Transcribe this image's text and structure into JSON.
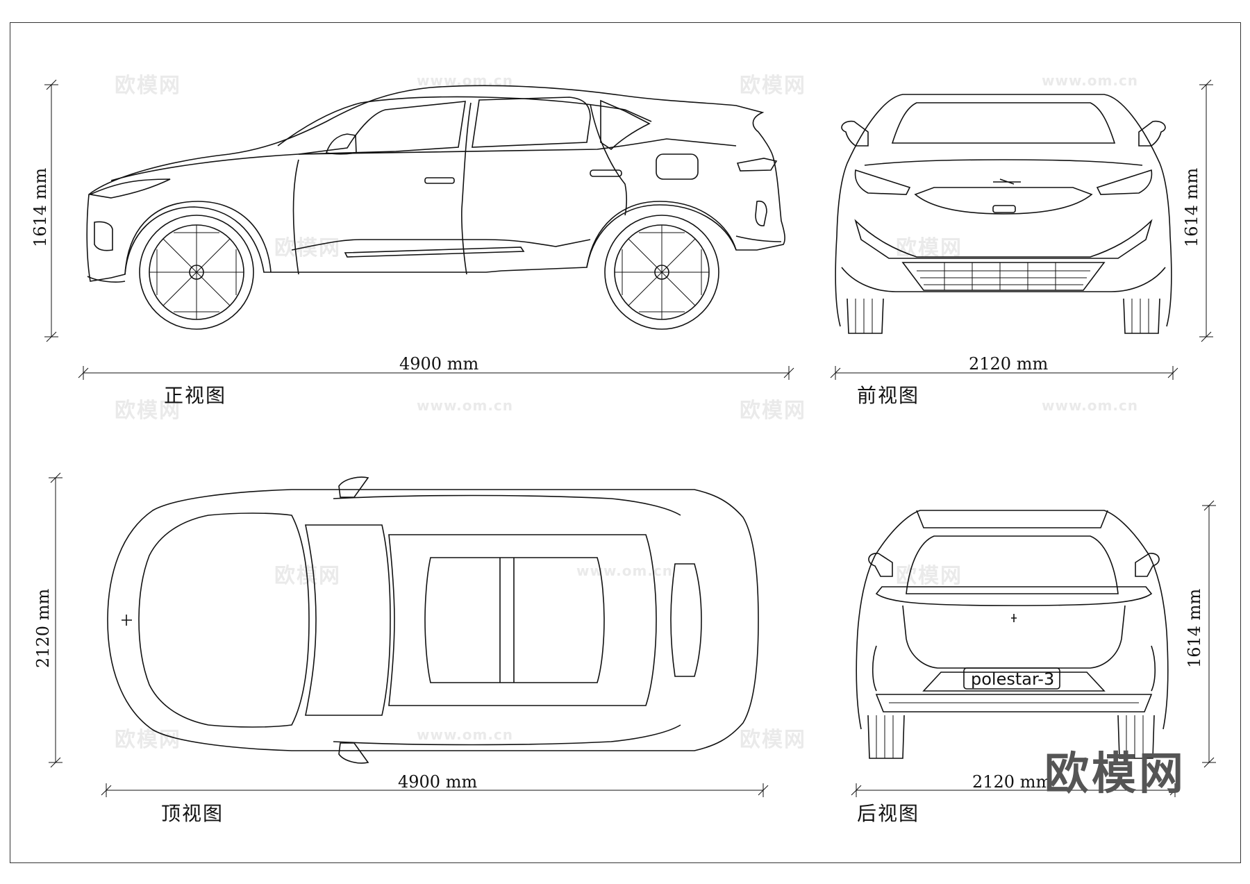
{
  "views": {
    "side": {
      "label": "正视图",
      "length_dim": "4900 mm",
      "height_dim": "1614 mm"
    },
    "front": {
      "label": "前视图",
      "width_dim": "2120 mm",
      "height_dim": "1614 mm"
    },
    "top": {
      "label": "顶视图",
      "length_dim": "4900 mm",
      "width_dim": "2120 mm"
    },
    "rear": {
      "label": "后视图",
      "width_dim": "2120 mm",
      "height_dim": "1614 mm"
    }
  },
  "license_plate": "polestar-3",
  "watermark": {
    "brand": "欧模网",
    "url": "www.om.cn"
  },
  "corner_logo": "欧模网"
}
